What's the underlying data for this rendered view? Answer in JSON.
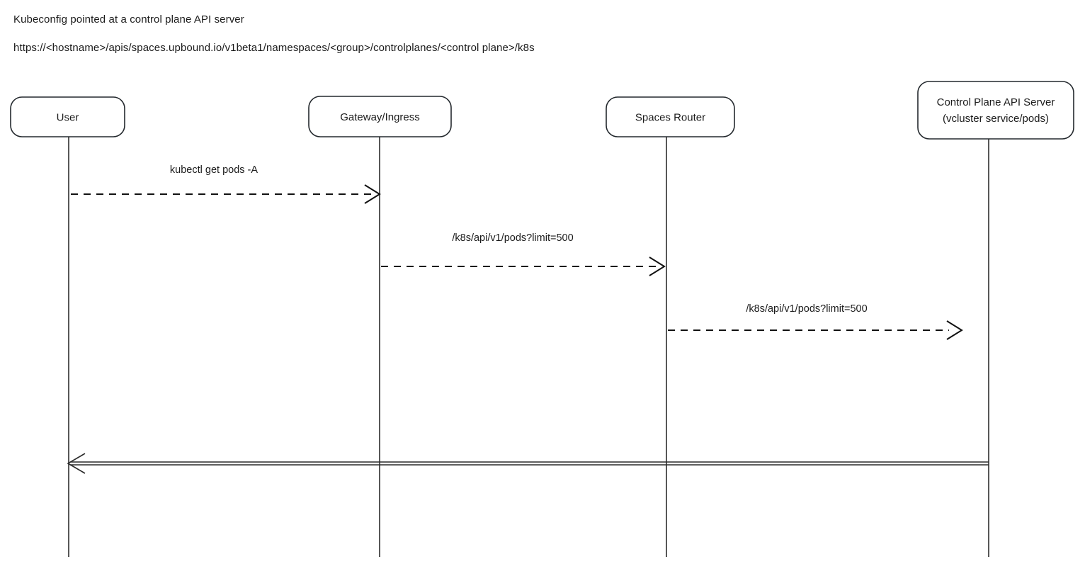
{
  "diagram": {
    "type": "sequence-diagram",
    "title": "Kubeconfig pointed at a control plane API server",
    "notes": {
      "heading": "Kubeconfig pointed at a control plane API server",
      "url": "https://<hostname>/apis/spaces.upbound.io/v1beta1/namespaces/<group>/controlplanes/<control plane>/k8s"
    },
    "participants": [
      {
        "id": "user",
        "label": "User",
        "label_line2": ""
      },
      {
        "id": "gateway",
        "label": "Gateway/Ingress",
        "label_line2": ""
      },
      {
        "id": "router",
        "label": "Spaces Router",
        "label_line2": ""
      },
      {
        "id": "apiserver",
        "label": "Control Plane API Server",
        "label_line2": "(vcluster service/pods)"
      }
    ],
    "messages": [
      {
        "id": "m1",
        "label": "kubectl get pods -A",
        "from": "user",
        "to": "gateway",
        "style": "dashed",
        "direction": "right"
      },
      {
        "id": "m2",
        "label": "/k8s/api/v1/pods?limit=500",
        "from": "gateway",
        "to": "router",
        "style": "dashed",
        "direction": "right"
      },
      {
        "id": "m3",
        "label": "/k8s/api/v1/pods?limit=500",
        "from": "router",
        "to": "apiserver",
        "style": "dashed",
        "direction": "right"
      },
      {
        "id": "m4",
        "label": "",
        "from": "apiserver",
        "to": "user",
        "style": "solid",
        "direction": "left"
      }
    ],
    "colors": {
      "background": "#ffffff",
      "stroke": "#24292e",
      "text": "#1b1b1b",
      "lifeline": "#3a3a3a"
    }
  }
}
